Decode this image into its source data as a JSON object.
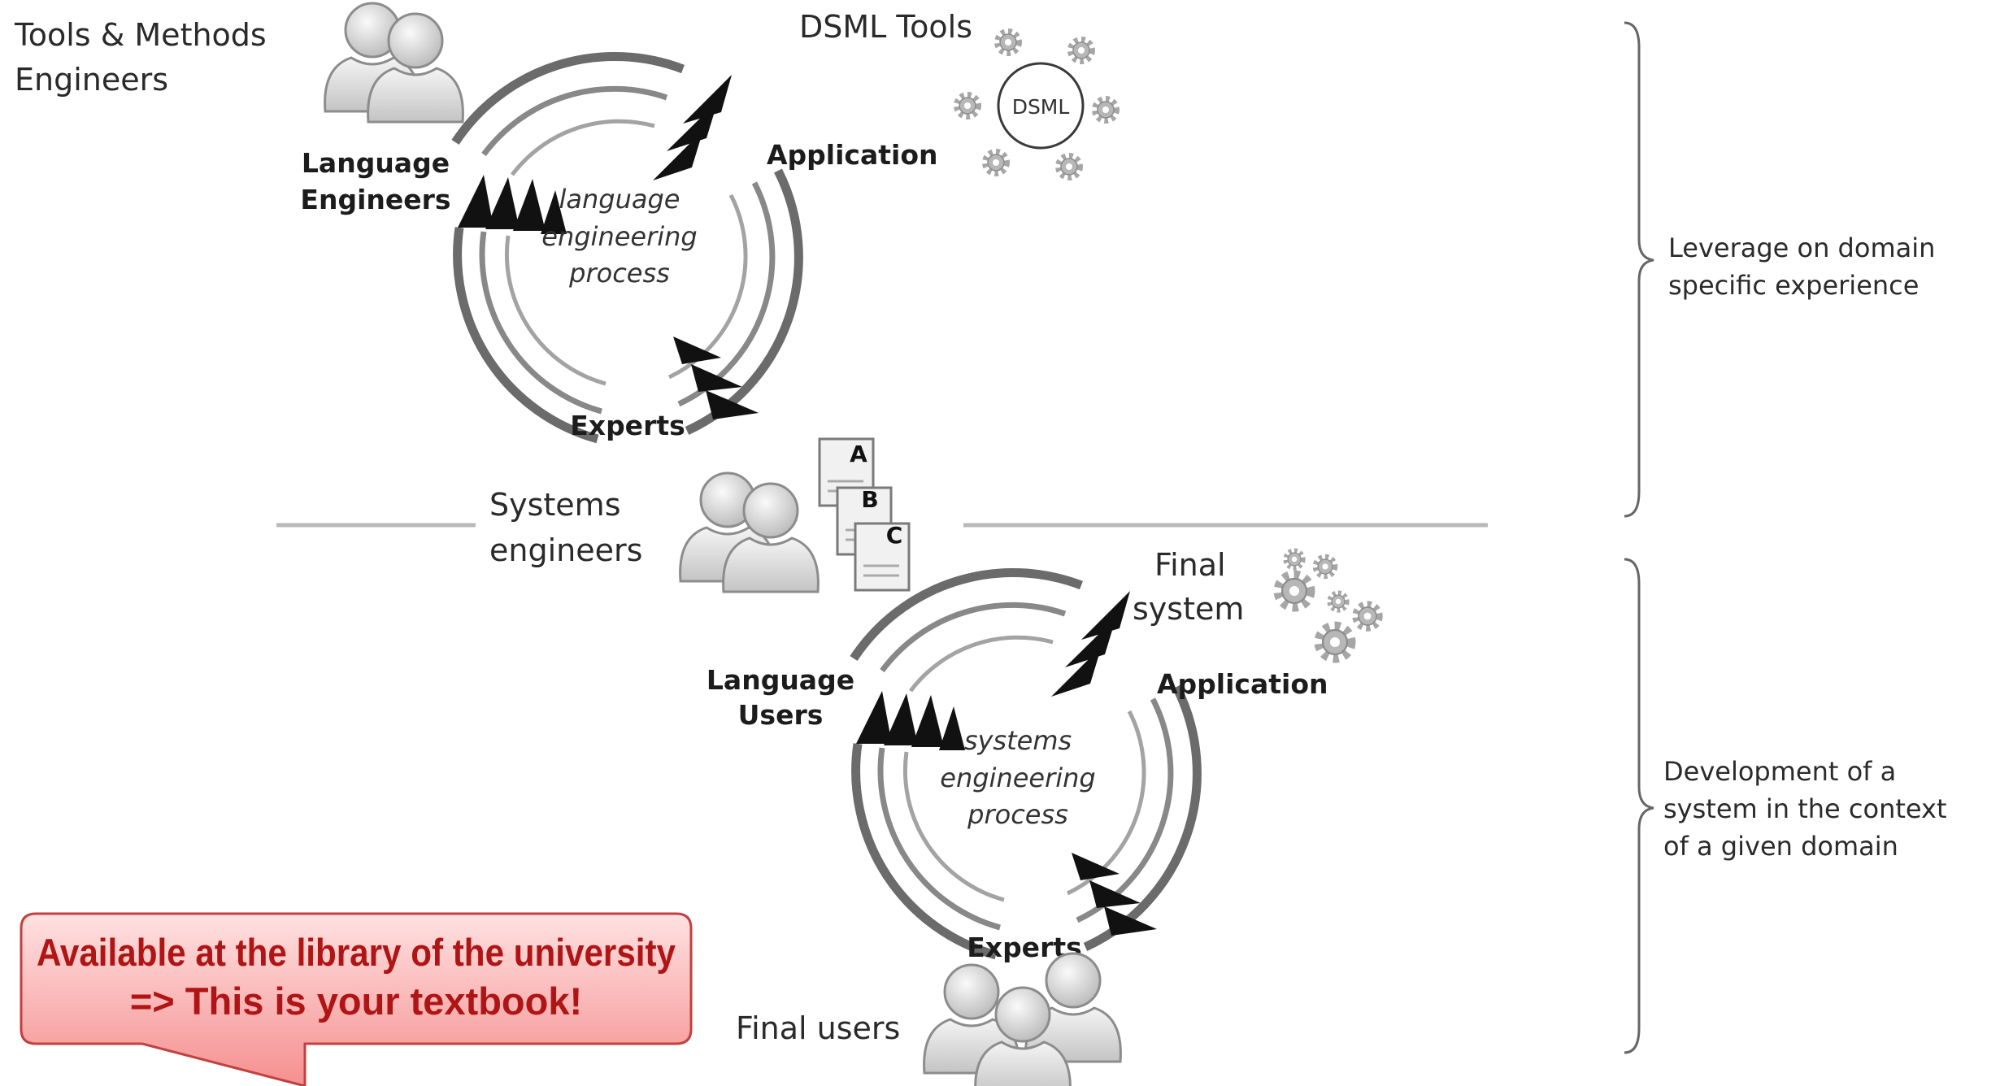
{
  "roles": {
    "tools_methods_engineers": [
      "Tools & Methods",
      "Engineers"
    ],
    "systems_engineers": [
      "Systems",
      "engineers"
    ],
    "final_users": "Final users"
  },
  "top_cycle": {
    "product_label": "DSML Tools",
    "product_icon_text": "DSML",
    "node_top_left": [
      "Language",
      "Engineers"
    ],
    "node_top_right": "Application",
    "node_bottom": "Experts",
    "process": [
      "language",
      "engineering",
      "process"
    ]
  },
  "bottom_cycle": {
    "product_label": [
      "Final",
      "system"
    ],
    "node_top_left": [
      "Language",
      "Users"
    ],
    "node_top_right": "Application",
    "node_bottom": "Experts",
    "process": [
      "systems",
      "engineering",
      "process"
    ]
  },
  "documents": [
    "A",
    "B",
    "C"
  ],
  "braces": {
    "top": [
      "Leverage on domain",
      "specific experience"
    ],
    "bottom": [
      "Development of a",
      "system in the context",
      "of a given domain"
    ]
  },
  "callout": {
    "line1": "Available at the library of the university",
    "line2": "=> This is your textbook!",
    "color": "#b01515"
  },
  "icons": [
    "people-icon",
    "gear-icon",
    "document-icon",
    "arrowhead-icon"
  ]
}
